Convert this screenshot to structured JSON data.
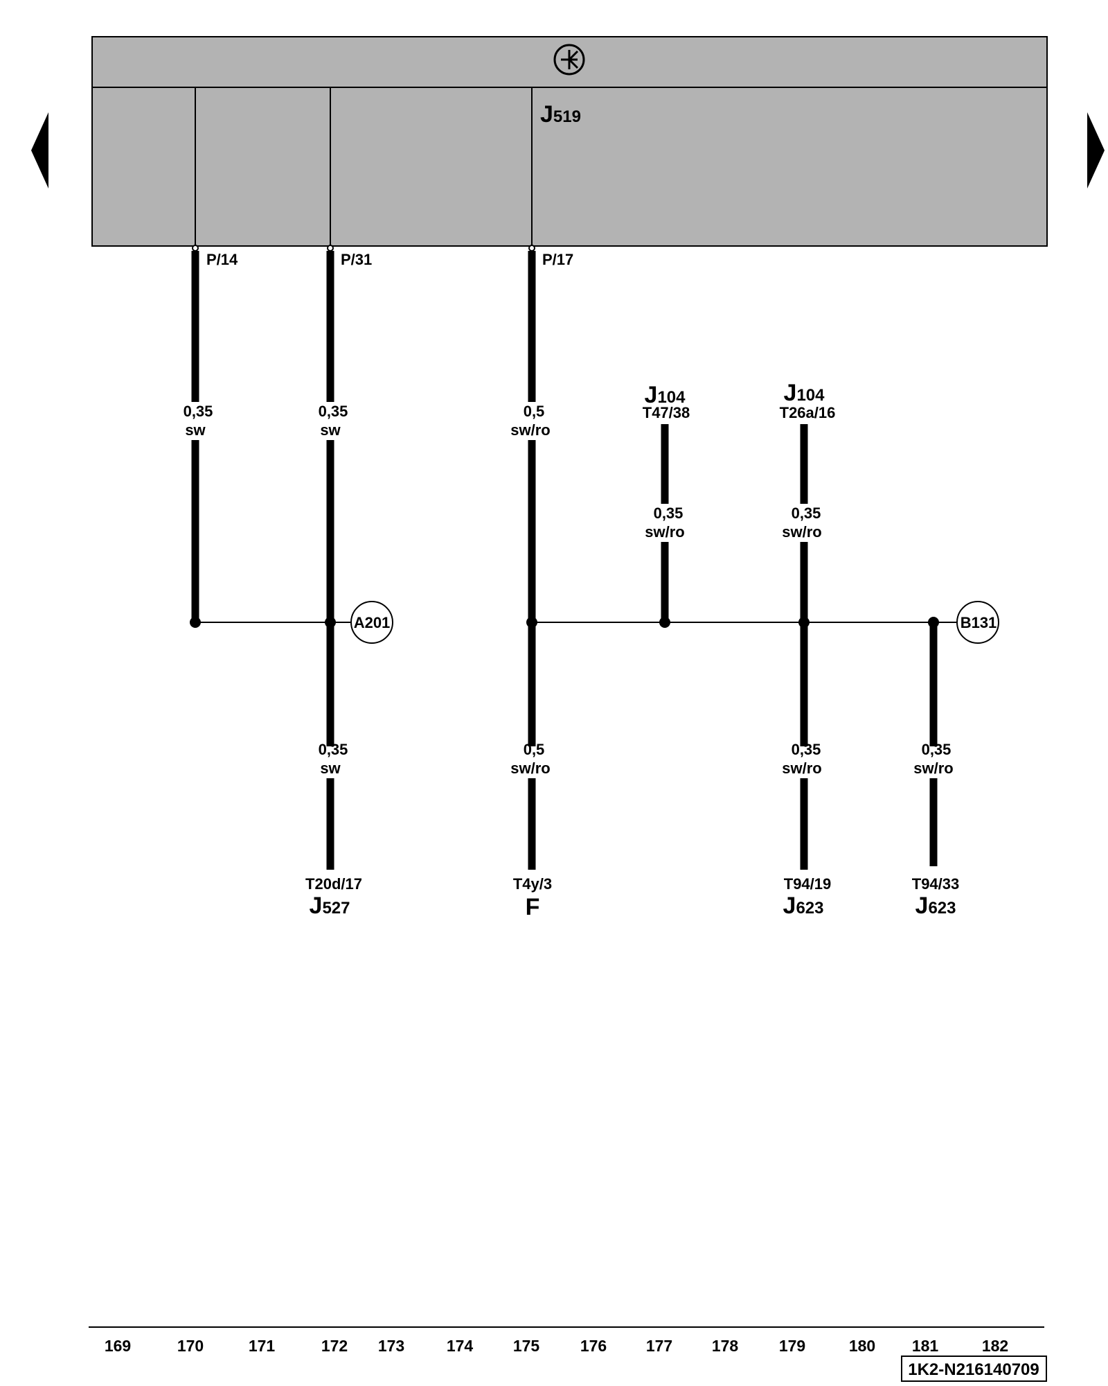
{
  "control_unit": {
    "name": "J",
    "sub": "519",
    "pins": [
      "P/14",
      "P/31",
      "P/17"
    ]
  },
  "wires": {
    "w1": {
      "size": "0,35",
      "color": "sw"
    },
    "w2_top": {
      "size": "0,35",
      "color": "sw"
    },
    "w2_bot": {
      "size": "0,35",
      "color": "sw"
    },
    "w3_top": {
      "size": "0,5",
      "color": "sw/ro"
    },
    "w3_bot": {
      "size": "0,5",
      "color": "sw/ro"
    },
    "w4": {
      "size": "0,35",
      "color": "sw/ro"
    },
    "w5_top": {
      "size": "0,35",
      "color": "sw/ro"
    },
    "w5_bot": {
      "size": "0,35",
      "color": "sw/ro"
    },
    "w6": {
      "size": "0,35",
      "color": "sw/ro"
    }
  },
  "top_connectors": {
    "c4": {
      "name": "J",
      "sub": "104",
      "pin": "T47/38"
    },
    "c5": {
      "name": "J",
      "sub": "104",
      "pin": "T26a/16"
    }
  },
  "bottom_connectors": {
    "b2": {
      "pin": "T20d/17",
      "name": "J",
      "sub": "527"
    },
    "b3": {
      "pin": "T4y/3",
      "name": "F",
      "sub": ""
    },
    "b5": {
      "pin": "T94/19",
      "name": "J",
      "sub": "623"
    },
    "b6": {
      "pin": "T94/33",
      "name": "J",
      "sub": "623"
    }
  },
  "splices": {
    "a": "A201",
    "b": "B131"
  },
  "columns": [
    "169",
    "170",
    "171",
    "172",
    "173",
    "174",
    "175",
    "176",
    "177",
    "178",
    "179",
    "180",
    "181",
    "182"
  ],
  "doc_id": "1K2-N216140709"
}
